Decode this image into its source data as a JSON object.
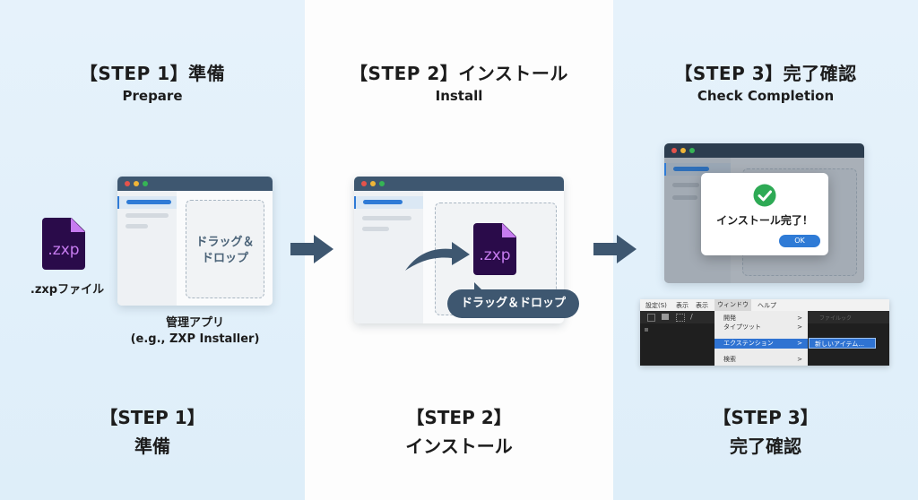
{
  "steps": [
    {
      "title": "【STEP 1】準備",
      "subtitle": "Prepare",
      "footer_step": "【STEP 1】",
      "footer_label": "準備",
      "file_icon_text": ".zxp",
      "file_label": ".zxpファイル",
      "dropzone_text_line1": "ドラッグ＆",
      "dropzone_text_line2": "ドロップ",
      "app_label_line1": "管理アプリ",
      "app_label_line2": "(e.g., ZXP Installer)"
    },
    {
      "title": "【STEP 2】インストール",
      "subtitle": "Install",
      "footer_step": "【STEP 2】",
      "footer_label": "インストール",
      "file_icon_text": ".zxp",
      "bubble_text": "ドラッグ＆ドロップ"
    },
    {
      "title": "【STEP 3】完了確認",
      "subtitle": "Check Completion",
      "footer_step": "【STEP 3】",
      "footer_label": "完了確認",
      "dialog_message": "インストール完了！",
      "dialog_ok": "OK",
      "menubar": [
        "設定(S)",
        "表示",
        "表示",
        "ウィンドウ",
        "ヘルプ"
      ],
      "menu_items": [
        {
          "label": "開発",
          "submenu": true
        },
        {
          "label": "タイプツット",
          "submenu": true
        },
        {
          "label": "エクステンション",
          "submenu": true,
          "highlighted": true
        },
        {
          "label": "検索",
          "submenu": true
        }
      ],
      "submenu_item": "新しいアイテム...",
      "panel_tab": "ファイルック"
    }
  ],
  "icons": {
    "arrow": "right-arrow",
    "check": "check-circle",
    "chevron": ">"
  },
  "colors": {
    "accent_blue": "#2f7bd6",
    "window_bar": "#3e5770",
    "zxp_bg": "#2a0b4a",
    "zxp_fg": "#c77cf0",
    "success_green": "#2eaa55"
  }
}
